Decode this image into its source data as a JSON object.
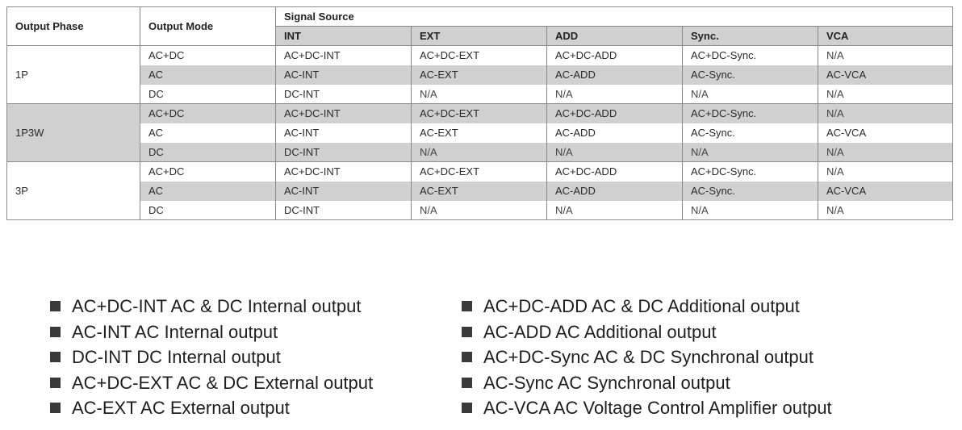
{
  "table": {
    "headers": {
      "phase": "Output Phase",
      "mode": "Output Mode",
      "source": "Signal Source",
      "sources": [
        "INT",
        "EXT",
        "ADD",
        "Sync.",
        "VCA"
      ]
    },
    "groups": [
      {
        "phase": "1P",
        "rows": [
          {
            "mode": "AC+DC",
            "cells": [
              "AC+DC-INT",
              "AC+DC-EXT",
              "AC+DC-ADD",
              "AC+DC-Sync.",
              "N/A"
            ]
          },
          {
            "mode": "AC",
            "cells": [
              "AC-INT",
              "AC-EXT",
              "AC-ADD",
              "AC-Sync.",
              "AC-VCA"
            ]
          },
          {
            "mode": "DC",
            "cells": [
              "DC-INT",
              "N/A",
              "N/A",
              "N/A",
              "N/A"
            ]
          }
        ]
      },
      {
        "phase": "1P3W",
        "rows": [
          {
            "mode": "AC+DC",
            "cells": [
              "AC+DC-INT",
              "AC+DC-EXT",
              "AC+DC-ADD",
              "AC+DC-Sync.",
              "N/A"
            ]
          },
          {
            "mode": "AC",
            "cells": [
              "AC-INT",
              "AC-EXT",
              "AC-ADD",
              "AC-Sync.",
              "AC-VCA"
            ]
          },
          {
            "mode": "DC",
            "cells": [
              "DC-INT",
              "N/A",
              "N/A",
              "N/A",
              "N/A"
            ]
          }
        ]
      },
      {
        "phase": "3P",
        "rows": [
          {
            "mode": "AC+DC",
            "cells": [
              "AC+DC-INT",
              "AC+DC-EXT",
              "AC+DC-ADD",
              "AC+DC-Sync.",
              "N/A"
            ]
          },
          {
            "mode": "AC",
            "cells": [
              "AC-INT",
              "AC-EXT",
              "AC-ADD",
              "AC-Sync.",
              "AC-VCA"
            ]
          },
          {
            "mode": "DC",
            "cells": [
              "DC-INT",
              "N/A",
              "N/A",
              "N/A",
              "N/A"
            ]
          }
        ]
      }
    ]
  },
  "legend": {
    "left": [
      "AC+DC-INT AC & DC Internal output",
      "AC-INT AC Internal output",
      "DC-INT DC Internal output",
      "AC+DC-EXT AC & DC External output",
      "AC-EXT AC External output"
    ],
    "right": [
      "AC+DC-ADD AC & DC Additional output",
      "AC-ADD AC Additional output",
      "AC+DC-Sync AC & DC Synchronal output",
      "AC-Sync AC Synchronal output",
      "AC-VCA AC Voltage Control Amplifier output"
    ]
  },
  "colors": {
    "shade": "#d0d0d0",
    "border": "#8a8a8a",
    "bullet": "#3a3a3a"
  }
}
